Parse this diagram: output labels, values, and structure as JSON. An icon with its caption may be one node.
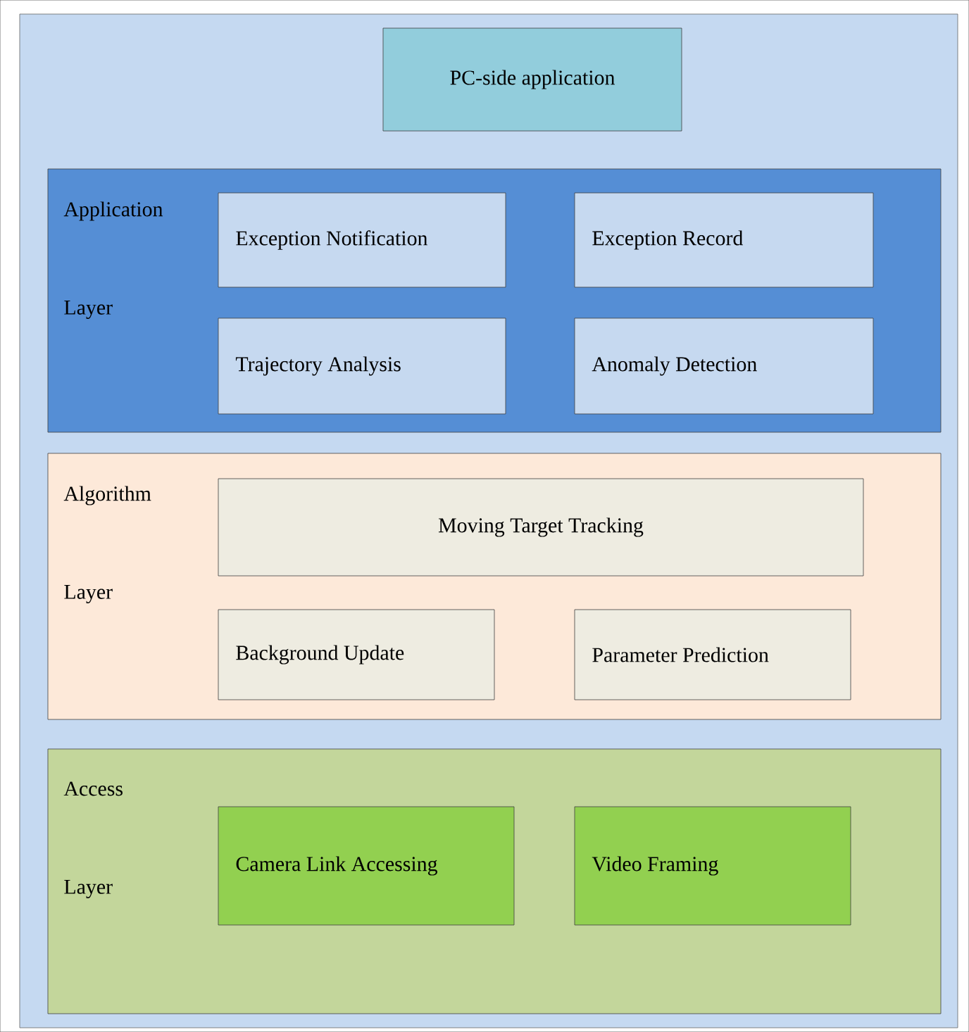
{
  "diagram": {
    "nodes": [
      {
        "text": [
          "PC-side application"
        ]
      },
      {
        "text": [
          "Application Layer"
        ]
      },
      {
        "text": [
          "Exception Notification"
        ],
        "in": 1
      },
      {
        "text": [
          "Exception Record"
        ],
        "in": 1
      },
      {
        "text": [
          "Trajectory Analysis"
        ],
        "in": 1
      },
      {
        "text": [
          "Anomaly Detection"
        ],
        "in": 1
      },
      {
        "text": [
          "Algorithm Layer"
        ]
      },
      {
        "text": [
          "Moving Target Tracking"
        ],
        "in": 6
      },
      {
        "text": [
          "Background Update"
        ],
        "in": 6
      },
      {
        "text": [
          "Parameter Prediction"
        ],
        "in": 6
      },
      {
        "text": [
          "Access Layer"
        ]
      },
      {
        "text": [
          "Camera Link Accessing"
        ],
        "in": 10
      },
      {
        "text": [
          "Video Framing"
        ],
        "in": 10
      }
    ]
  }
}
